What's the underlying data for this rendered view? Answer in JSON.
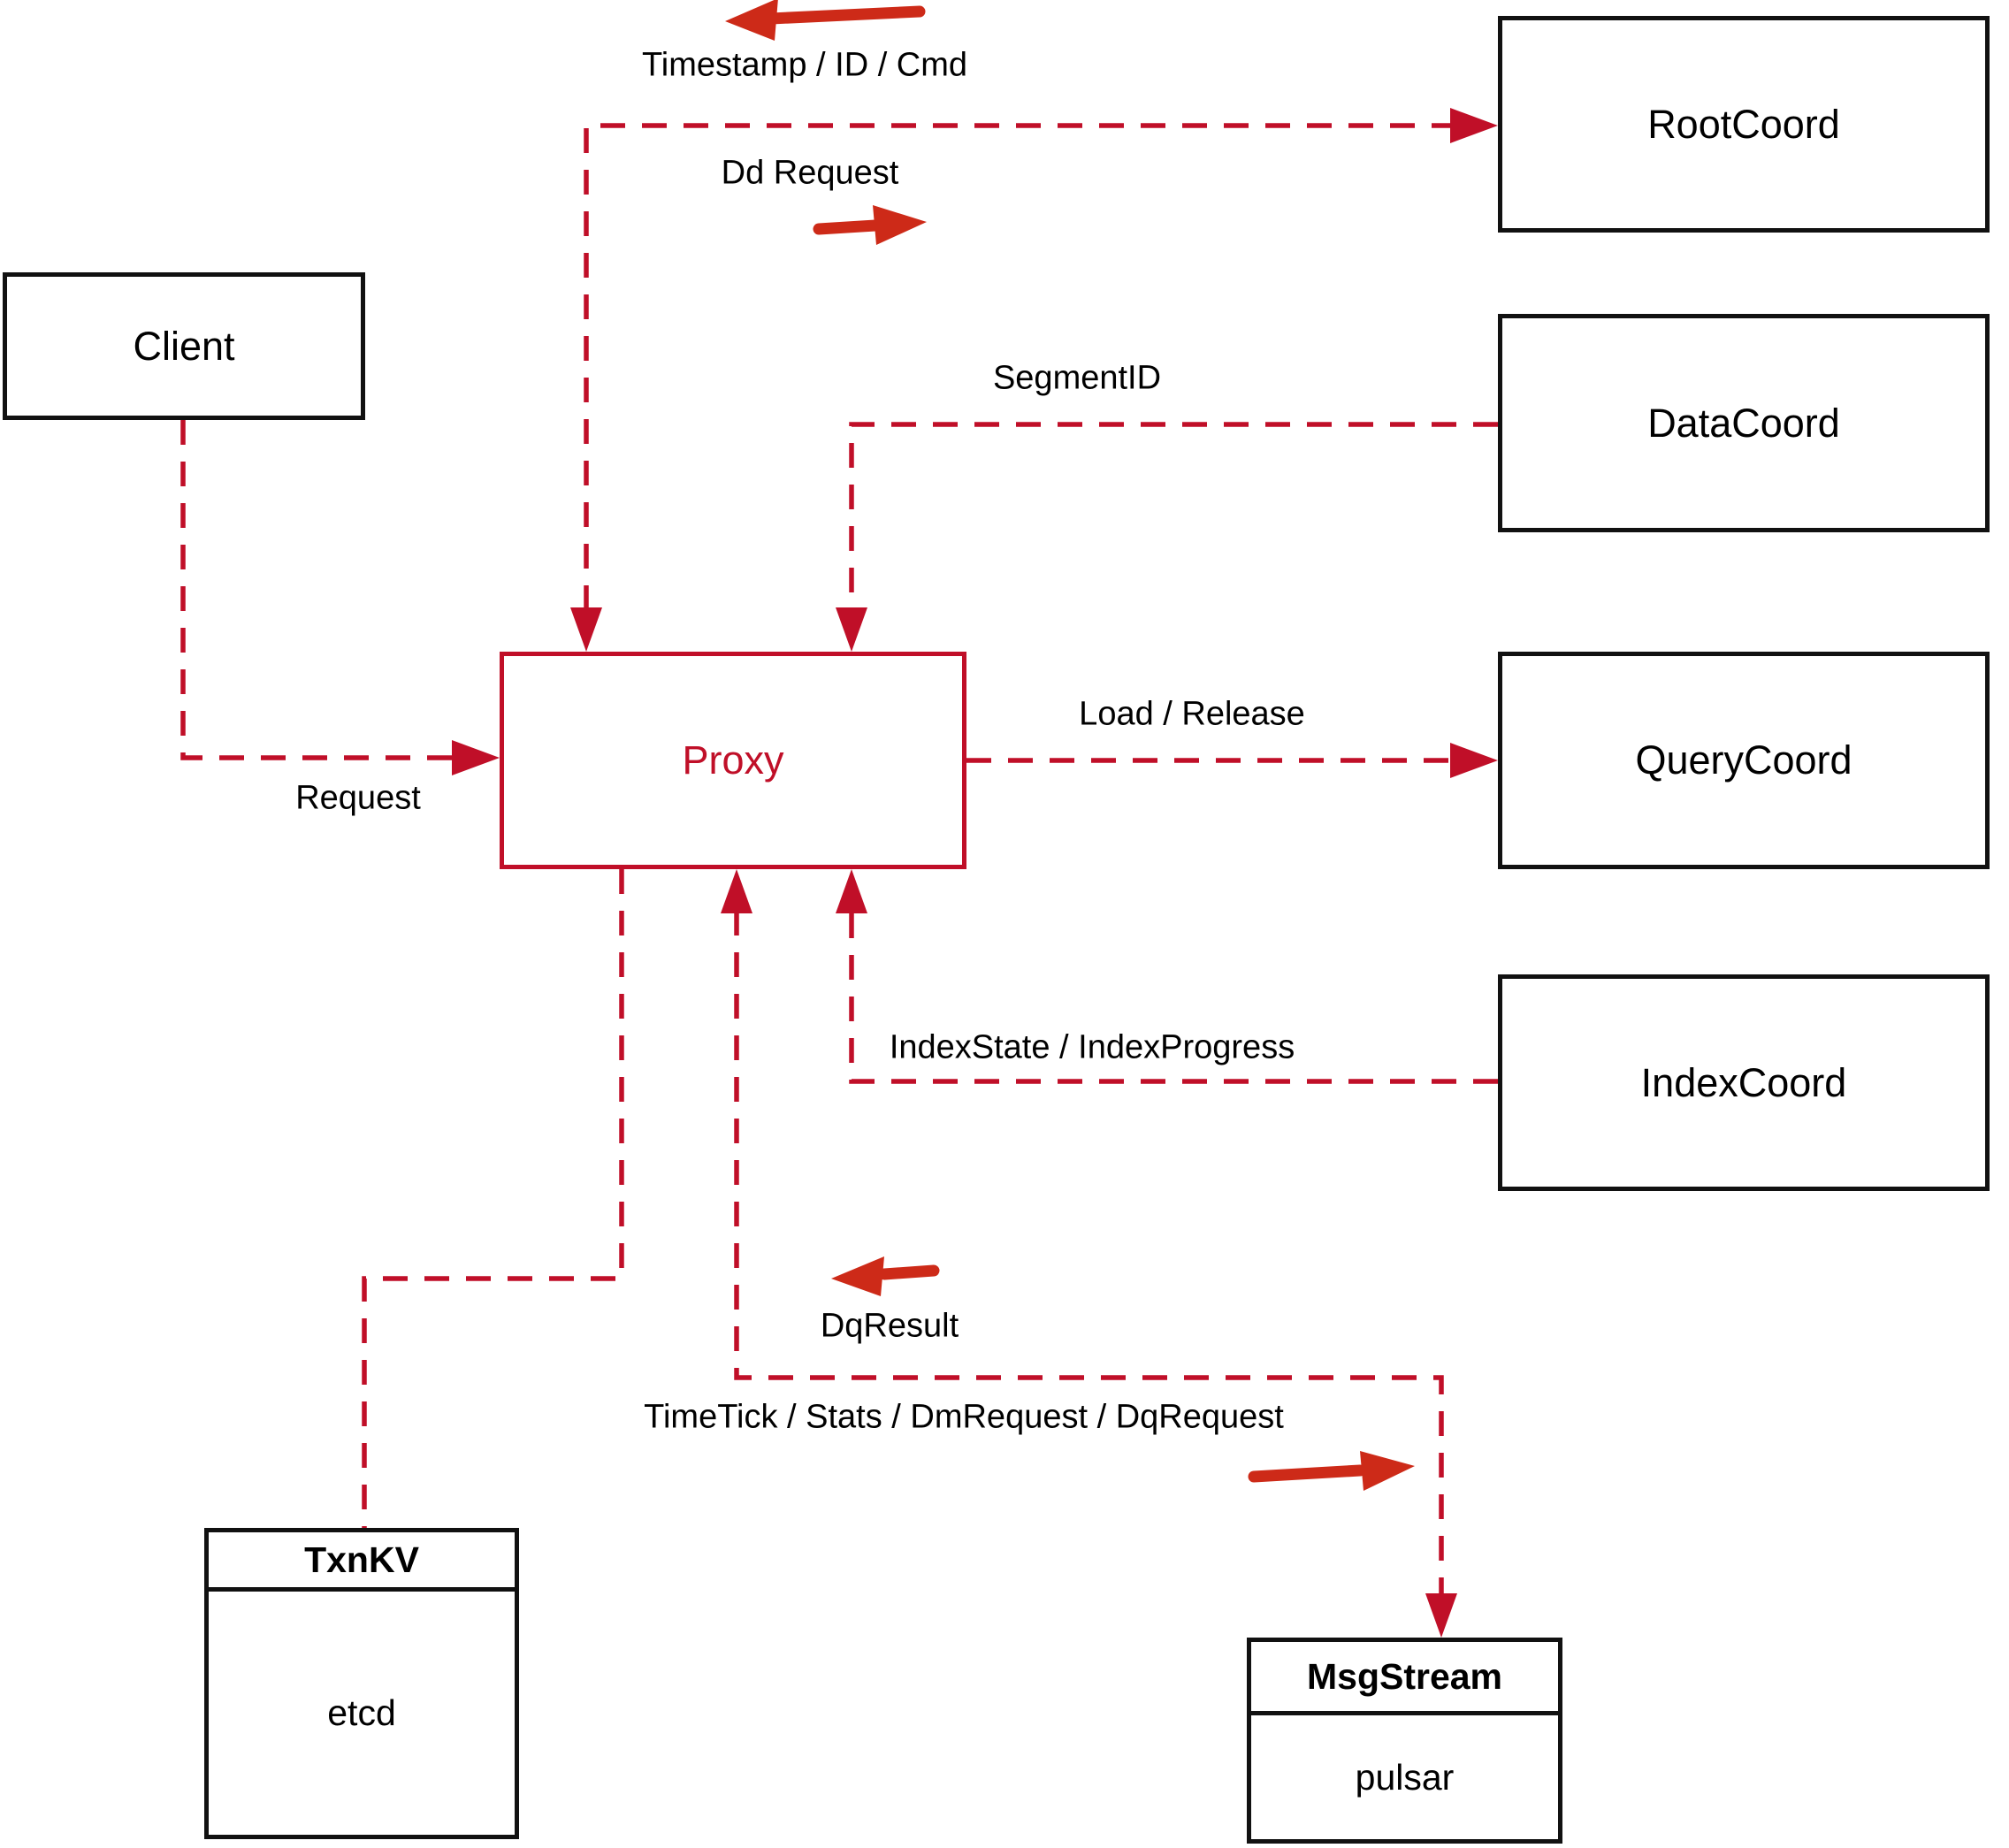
{
  "nodes": {
    "client": {
      "label": "Client"
    },
    "root_coord": {
      "label": "RootCoord"
    },
    "data_coord": {
      "label": "DataCoord"
    },
    "query_coord": {
      "label": "QueryCoord"
    },
    "index_coord": {
      "label": "IndexCoord"
    },
    "proxy": {
      "label": "Proxy"
    },
    "txn_kv": {
      "title": "TxnKV",
      "impl": "etcd"
    },
    "msg_stream": {
      "title": "MsgStream",
      "impl": "pulsar"
    }
  },
  "edge_labels": {
    "timestamp": "Timestamp / ID / Cmd",
    "dd_request": "Dd Request",
    "segment_id": "SegmentID",
    "load_release": "Load / Release",
    "index_state": "IndexState / IndexProgress",
    "request": "Request",
    "dq_result": "DqResult",
    "time_tick": "TimeTick / Stats / DmRequest / DqRequest"
  },
  "colors": {
    "dashed_line": "#c00f28",
    "solid_arrow": "#cd2a18",
    "box_border": "#111111",
    "background": "#ffffff"
  }
}
